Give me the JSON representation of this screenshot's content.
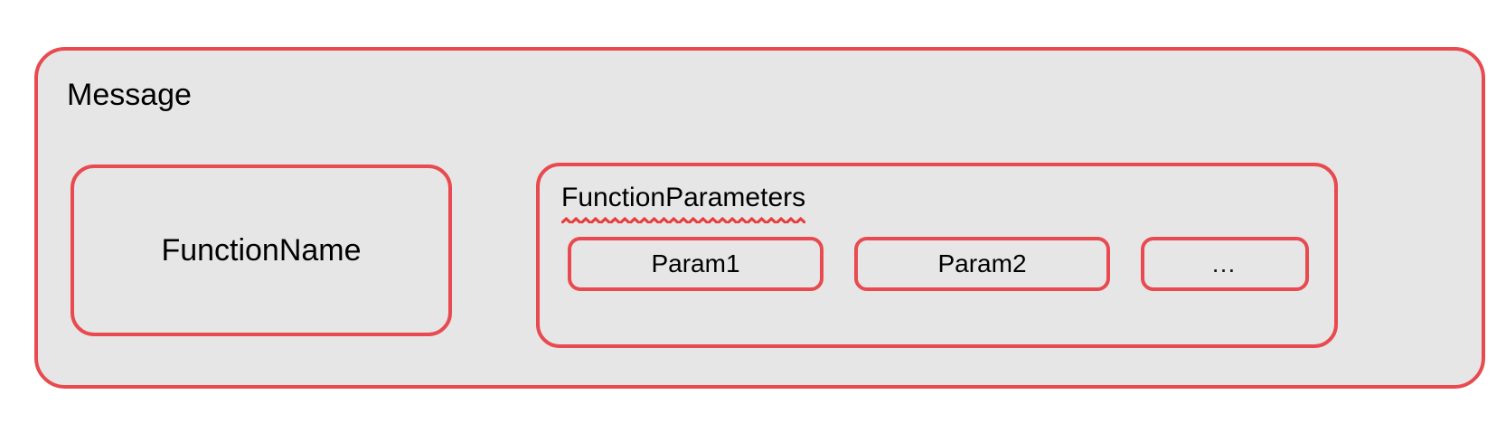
{
  "diagram": {
    "title": "Message",
    "background_color": "#ffffff",
    "node_fill_color": "#e6e6e6",
    "node_border_color": "#e84a4f",
    "text_color": "#000000",
    "spellcheck_underline_color": "#e83b3b"
  },
  "message_container": {
    "label": "Message"
  },
  "function_name": {
    "label": "FunctionName"
  },
  "function_parameters": {
    "label": "FunctionParameters",
    "has_spellcheck_underline": true,
    "params": [
      {
        "label": "Param1"
      },
      {
        "label": "Param2"
      },
      {
        "label": "…"
      }
    ]
  }
}
